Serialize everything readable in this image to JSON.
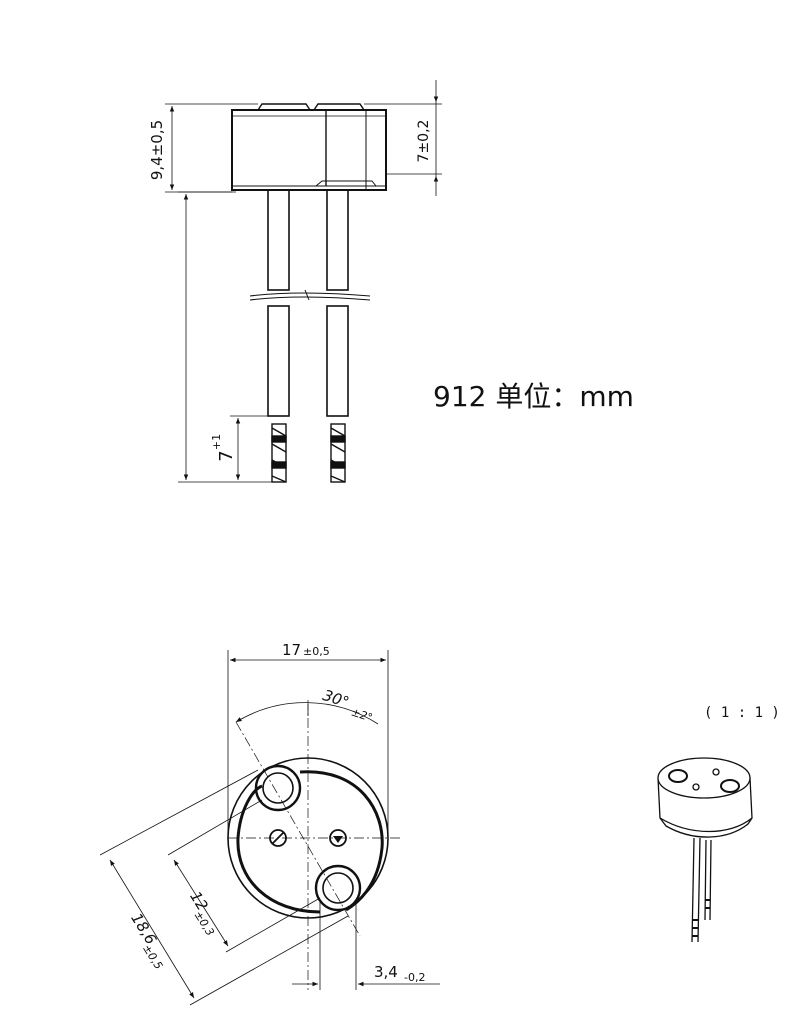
{
  "model_label": "912 单位：mm",
  "scale_label": "( 1 : 1 )",
  "side_view": {
    "dims": {
      "body_height": "9,4±0,5",
      "top_height": "7±0,2",
      "lead_end": "7",
      "lead_end_tol": "+1"
    }
  },
  "bottom_view": {
    "dims": {
      "width": "17",
      "width_tol": "±0,5",
      "angle": "30°",
      "angle_tol": "±2°",
      "pin_spacing": "12",
      "pin_spacing_tol": "±0,3",
      "diagonal": "18,6",
      "diagonal_tol": "±0,5",
      "hole_offset": "3,4",
      "hole_offset_tol": "-0,2"
    }
  }
}
